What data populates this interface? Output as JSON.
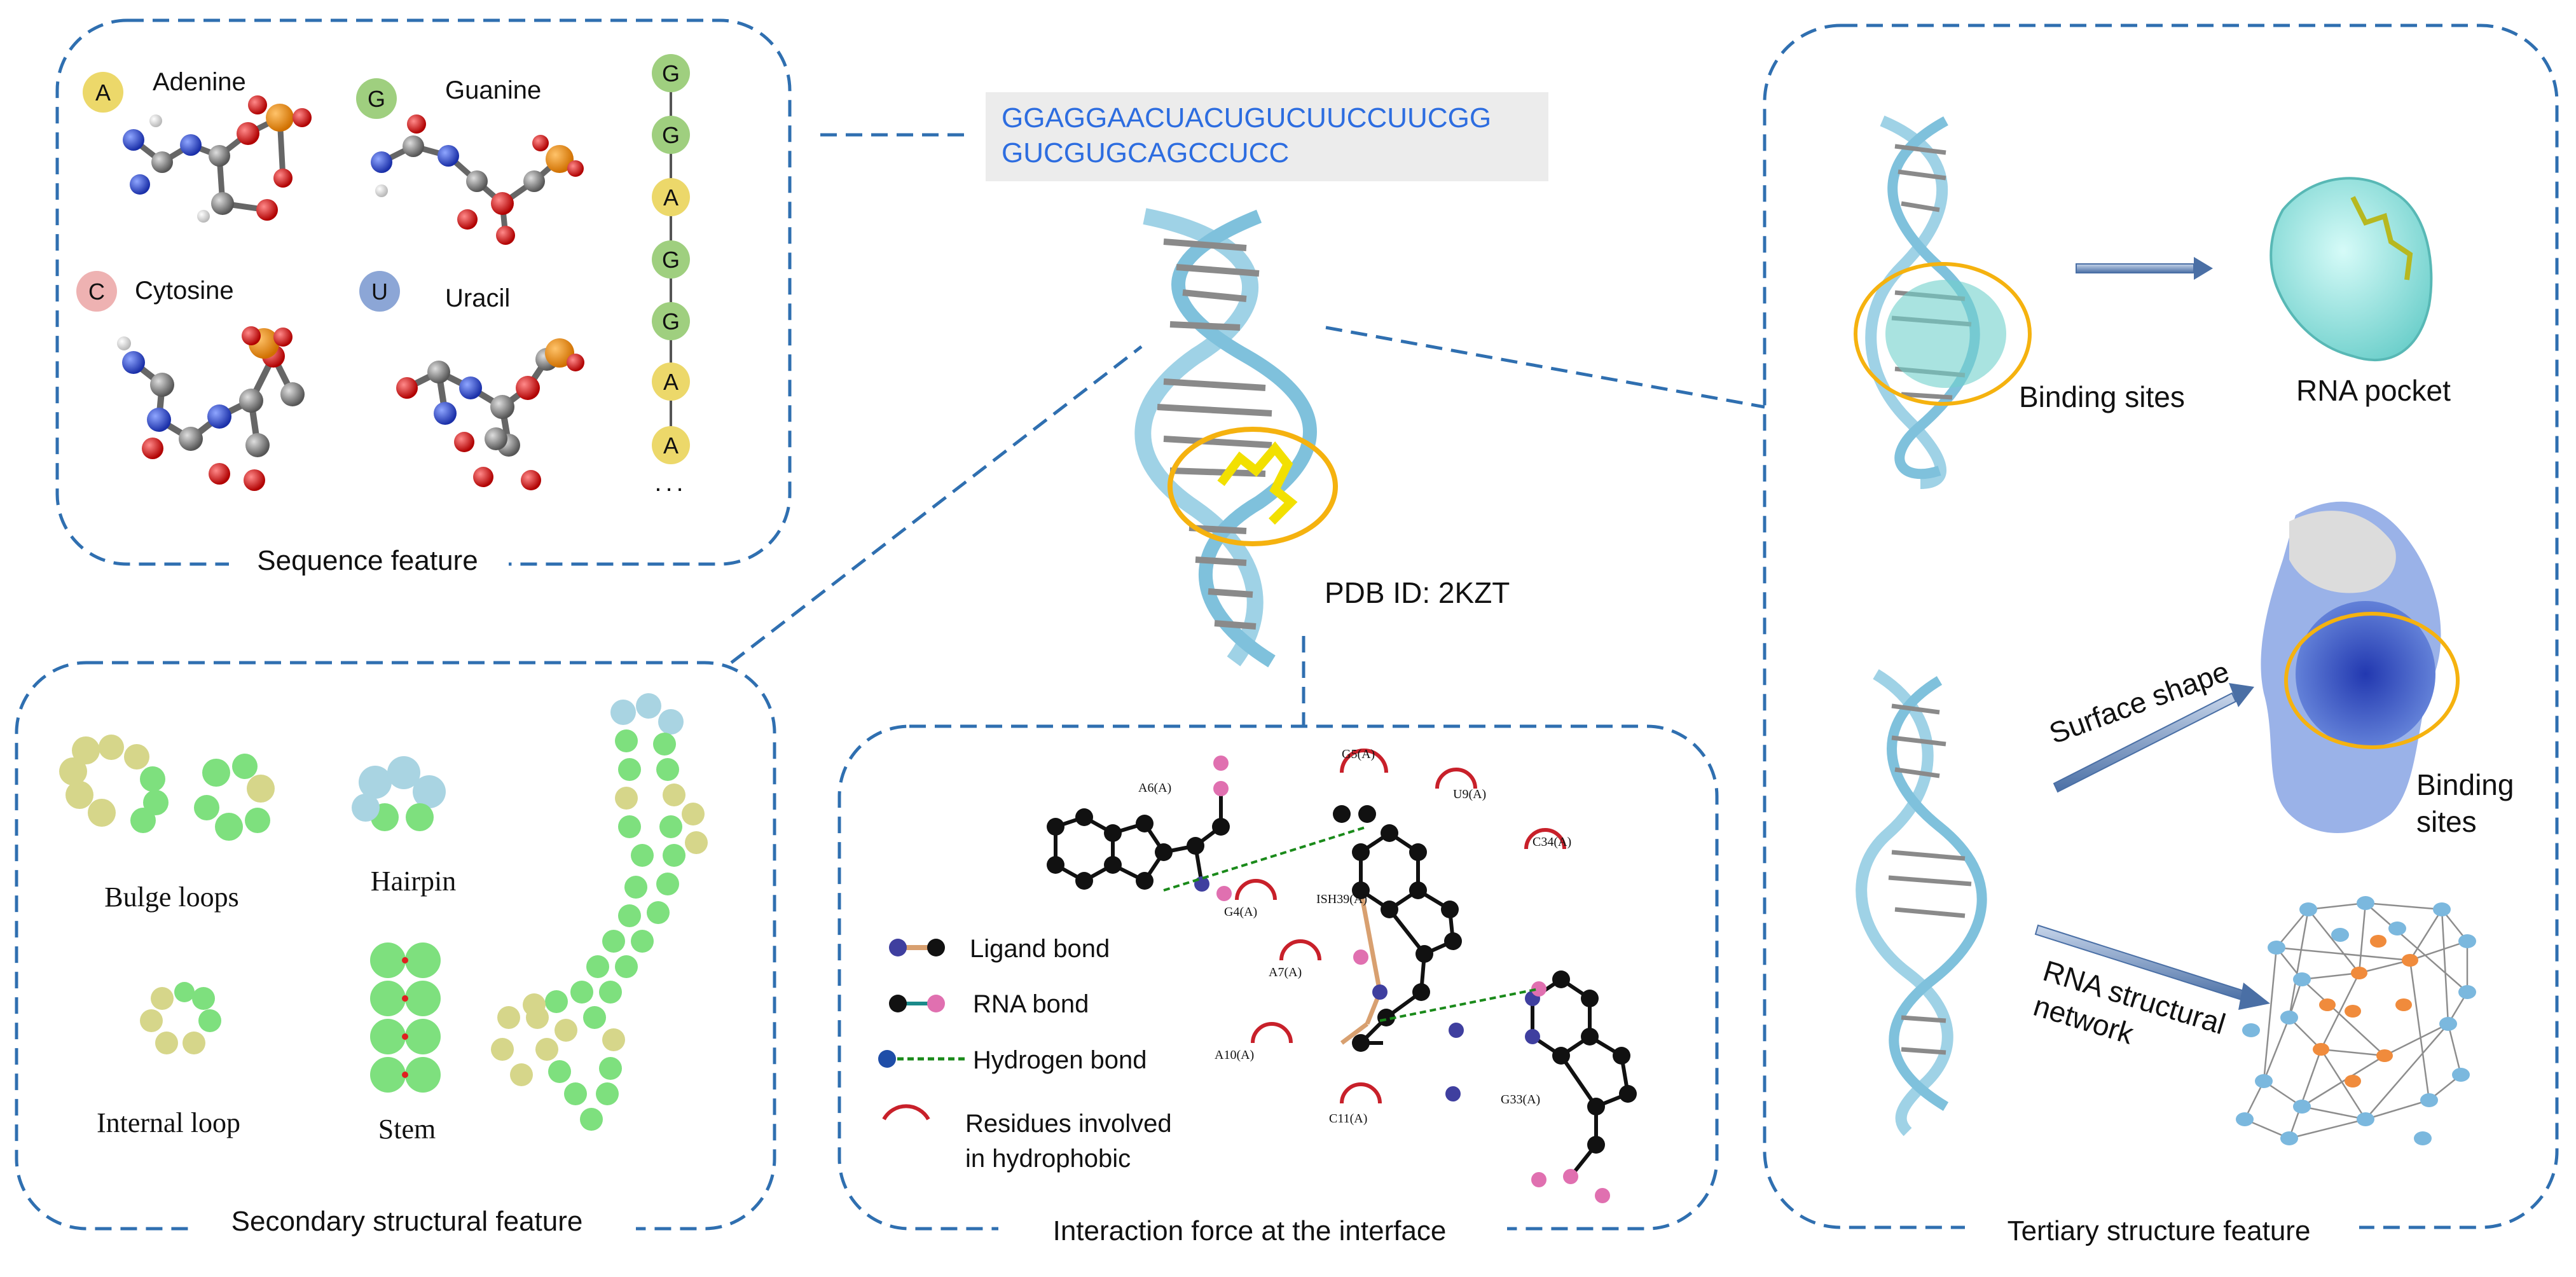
{
  "sequence_panel": {
    "caption": "Sequence feature",
    "nucleotides": [
      {
        "letter": "A",
        "name": "Adenine",
        "color": "#ecd86a"
      },
      {
        "letter": "G",
        "name": "Guanine",
        "color": "#9fcf7f"
      },
      {
        "letter": "C",
        "name": "Cytosine",
        "color": "#eeb2b2"
      },
      {
        "letter": "U",
        "name": "Uracil",
        "color": "#8ca6d6"
      }
    ],
    "strand": [
      {
        "letter": "G",
        "color": "#9fcf7f"
      },
      {
        "letter": "G",
        "color": "#9fcf7f"
      },
      {
        "letter": "A",
        "color": "#ecd86a"
      },
      {
        "letter": "G",
        "color": "#9fcf7f"
      },
      {
        "letter": "G",
        "color": "#9fcf7f"
      },
      {
        "letter": "A",
        "color": "#ecd86a"
      },
      {
        "letter": "A",
        "color": "#ecd86a"
      }
    ],
    "ellipsis": "..."
  },
  "center": {
    "sequence_line1": "GGAGGAACUACUGUCUUCCUUCGG",
    "sequence_line2": "GUCGUGCAGCCUCC",
    "pdb_label": "PDB ID: 2KZT"
  },
  "secondary_panel": {
    "caption": "Secondary structural feature",
    "labels": {
      "bulge": "Bulge loops",
      "hairpin": "Hairpin",
      "internal": "Internal loop",
      "stem": "Stem"
    }
  },
  "interaction_panel": {
    "caption": "Interaction force at the interface",
    "legend": {
      "ligand_bond": "Ligand bond",
      "rna_bond": "RNA bond",
      "hydrogen_bond": "Hydrogen bond",
      "hydrophobic_line1": "Residues involved",
      "hydrophobic_line2": "in hydrophobic"
    },
    "residues": {
      "a6": "A6(A)",
      "g5": "G5(A)",
      "u9": "U9(A)",
      "c34": "C34(A)",
      "g4": "G4(A)",
      "ish39": "ISH39(A)",
      "a7": "A7(A)",
      "a10": "A10(A)",
      "c11": "C11(A)",
      "g33": "G33(A)"
    }
  },
  "tertiary_panel": {
    "caption": "Tertiary structure feature",
    "binding_sites": "Binding sites",
    "rna_pocket": "RNA pocket",
    "surface_shape": "Surface shape",
    "binding_sites_2_line1": "Binding",
    "binding_sites_2_line2": "sites",
    "network_line1": "RNA structural",
    "network_line2": "network"
  },
  "colors": {
    "dash_border": "#2f6fb0",
    "sequence_text": "#2d6de0",
    "sequence_box": "#ececec",
    "highlight_ring": "#f5b20f",
    "ribbon": "#9fd2e6",
    "network_blue": "#7bb8de",
    "network_orange": "#f08b3c"
  }
}
